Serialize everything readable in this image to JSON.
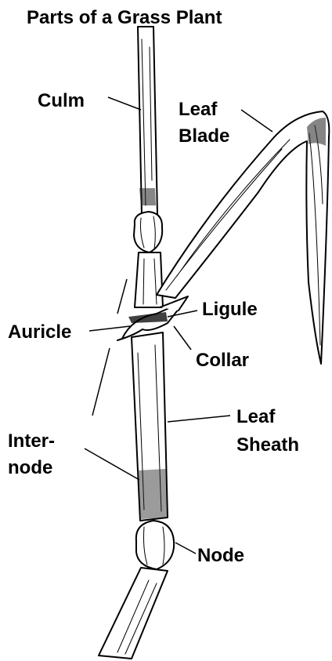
{
  "title": "Parts of a Grass Plant",
  "labels": {
    "culm": "Culm",
    "leaf_blade_1": "Leaf",
    "leaf_blade_2": "Blade",
    "ligule": "Ligule",
    "auricle": "Auricle",
    "collar": "Collar",
    "internode_1": "Inter-",
    "internode_2": "node",
    "leaf_sheath_1": "Leaf",
    "leaf_sheath_2": "Sheath",
    "node": "Node"
  }
}
